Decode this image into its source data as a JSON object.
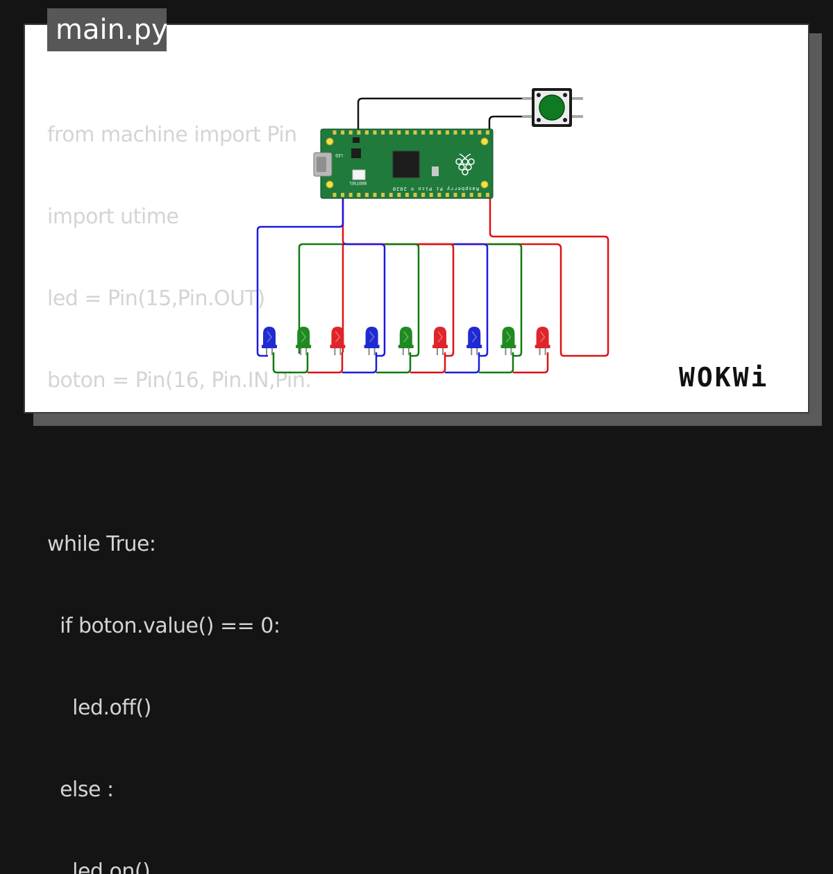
{
  "file": {
    "name": "main.py"
  },
  "code": {
    "lines": [
      "from machine import Pin",
      "import utime",
      "led = Pin(15,Pin.OUT)",
      "boton = Pin(16, Pin.IN,Pin.",
      "",
      "while True:",
      "  if boton.value() == 0:",
      "    led.off()",
      "  else :",
      "    led.on()"
    ]
  },
  "board": {
    "label": "Raspberry Pi Pico © 2020",
    "bootsel_label": "BOOTSEL",
    "led_label": "LED",
    "color": "#1f7a3c"
  },
  "pushbutton": {
    "color": "#0e7a22"
  },
  "leds": [
    {
      "color": "blue",
      "hex": "#1f2bd1"
    },
    {
      "color": "green",
      "hex": "#1f8a1f"
    },
    {
      "color": "red",
      "hex": "#e0242b"
    },
    {
      "color": "blue",
      "hex": "#1f2bd1"
    },
    {
      "color": "green",
      "hex": "#1f8a1f"
    },
    {
      "color": "red",
      "hex": "#e0242b"
    },
    {
      "color": "blue",
      "hex": "#1f2bd1"
    },
    {
      "color": "green",
      "hex": "#1f8a1f"
    },
    {
      "color": "red",
      "hex": "#e0242b"
    }
  ],
  "wires": {
    "blue": "#1a1ae0",
    "green": "#0f7a0f",
    "red": "#e01010",
    "black": "#111111"
  },
  "brand": {
    "name": "WOKWi"
  }
}
